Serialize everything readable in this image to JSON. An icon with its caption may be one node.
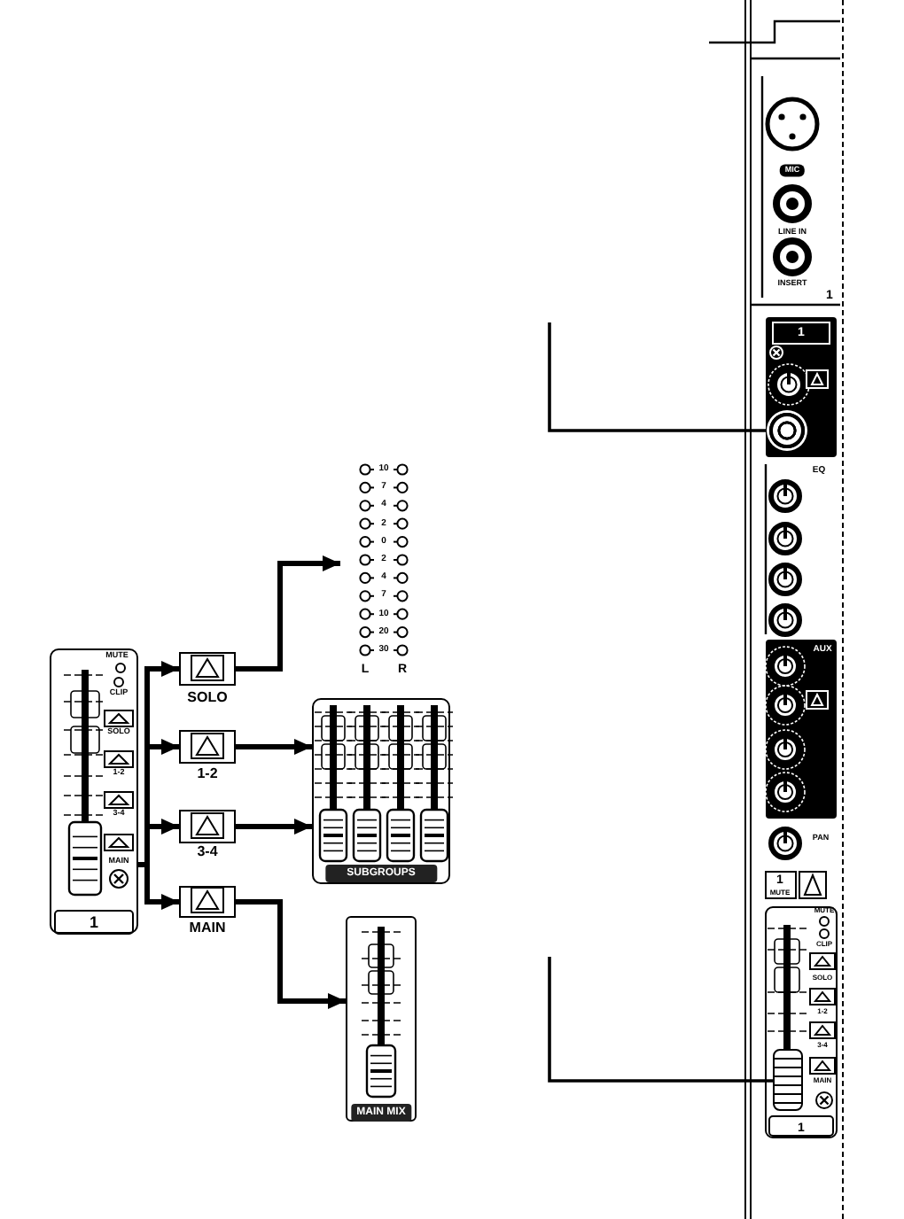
{
  "diagram": {
    "nodes": [
      {
        "text": [
          "MUTE",
          "CLIP",
          "SOLO",
          "1-2",
          "3-4",
          "MAIN",
          "1"
        ]
      },
      {
        "text": [
          "SOLO"
        ]
      },
      {
        "text": [
          "1-2"
        ]
      },
      {
        "text": [
          "3-4"
        ]
      },
      {
        "text": [
          "MAIN"
        ]
      },
      {
        "text": [
          "10",
          "7",
          "4",
          "2",
          "0",
          "2",
          "4",
          "7",
          "10",
          "20",
          "30",
          "L",
          "R"
        ]
      },
      {
        "text": [
          "SUBGROUPS"
        ]
      },
      {
        "text": [
          "MAIN MIX"
        ]
      },
      {
        "text": [
          "MIC",
          "LINE IN",
          "INSERT",
          "1",
          "1",
          "EQ",
          "AUX",
          "PAN",
          "1",
          "MUTE",
          "MUTE",
          "CLIP",
          "SOLO",
          "1-2",
          "3-4",
          "MAIN",
          "1"
        ]
      },
      {
        "text": [],
        "shape": "circle",
        "in": 8
      },
      {
        "text": [],
        "shape": "bar",
        "in": 8
      }
    ],
    "edges": [
      {
        "from": 0,
        "to": 1,
        "arrow": "to"
      },
      {
        "from": 0,
        "to": 2,
        "arrow": "to"
      },
      {
        "from": 0,
        "to": 3,
        "arrow": "to"
      },
      {
        "from": 0,
        "to": 4,
        "arrow": "to"
      },
      {
        "from": 1,
        "to": 5,
        "arrow": "to"
      },
      {
        "from": 2,
        "to": 6,
        "arrow": "to"
      },
      {
        "from": 3,
        "to": 6,
        "arrow": "to"
      },
      {
        "from": 4,
        "to": 7,
        "arrow": "to"
      },
      {
        "from": null,
        "to": 9,
        "arrow": "none"
      },
      {
        "from": null,
        "to": 10,
        "arrow": "none"
      }
    ]
  }
}
